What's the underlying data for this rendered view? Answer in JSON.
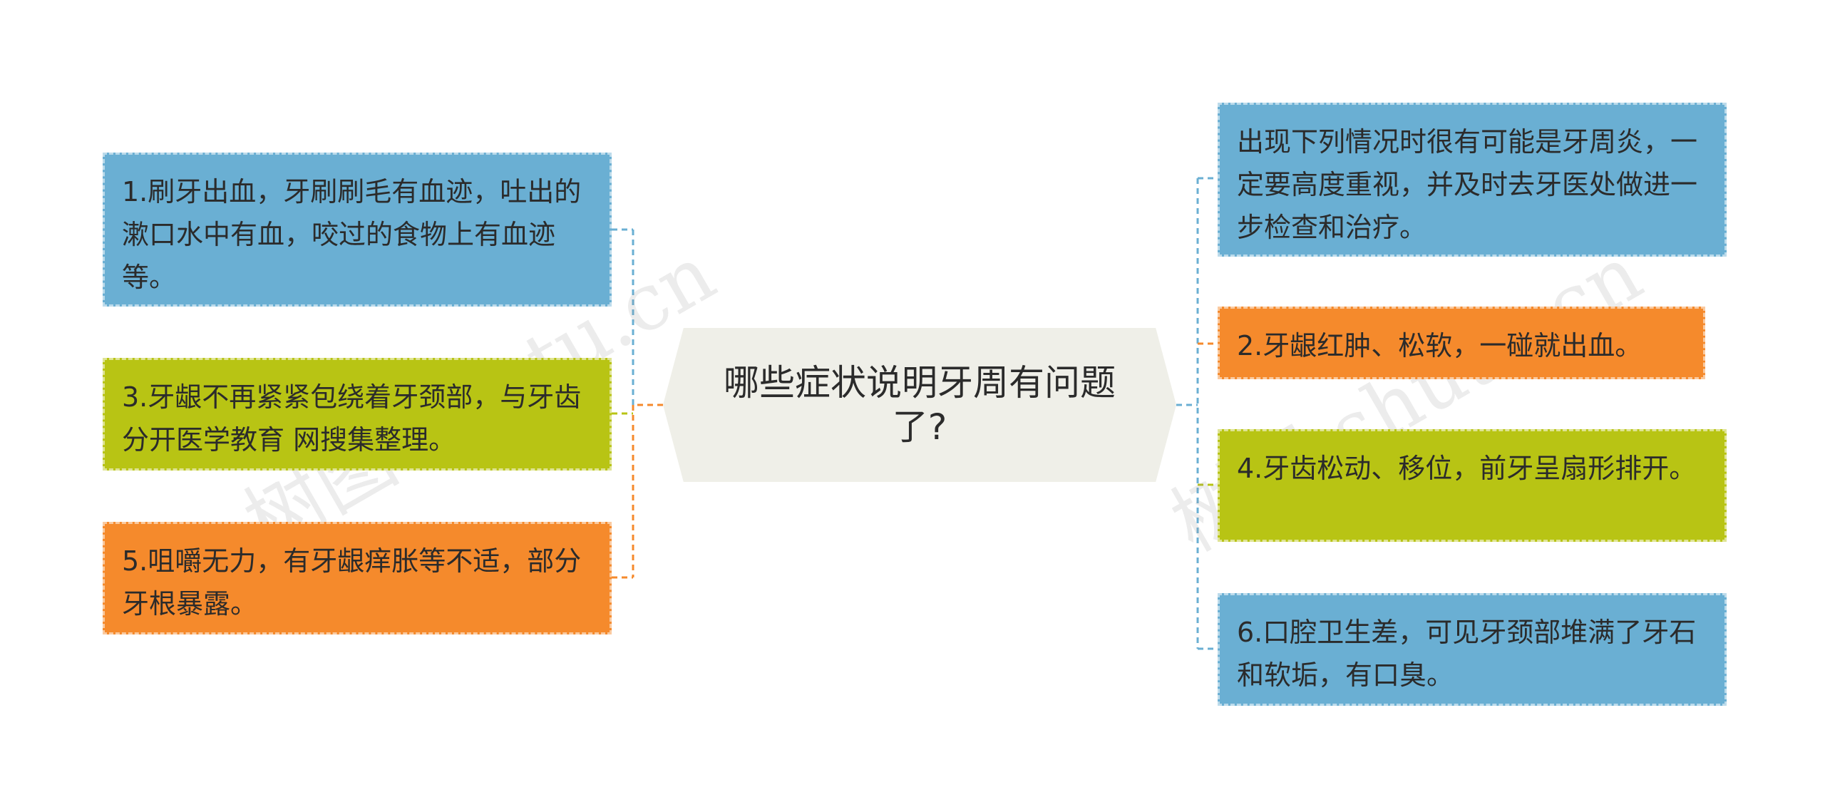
{
  "center": {
    "title": "哪些症状说明牙周有问题了?"
  },
  "left_nodes": [
    {
      "text": "1.刷牙出血，牙刷刷毛有血迹，吐出的漱口水中有血，咬过的食物上有血迹等。",
      "color": "#6aafd3"
    },
    {
      "text": "3.牙龈不再紧紧包绕着牙颈部，与牙齿分开医学教育 网搜集整理。",
      "color": "#b8c414"
    },
    {
      "text": "5.咀嚼无力，有牙龈痒胀等不适，部分牙根暴露。",
      "color": "#f58a2c"
    }
  ],
  "right_nodes": [
    {
      "text": "出现下列情况时很有可能是牙周炎，一定要高度重视，并及时去牙医处做进一步检查和治疗。",
      "color": "#6aafd3"
    },
    {
      "text": "2.牙龈红肿、松软，一碰就出血。",
      "color": "#f58a2c"
    },
    {
      "text": "4.牙齿松动、移位，前牙呈扇形排开。",
      "color": "#b8c414"
    },
    {
      "text": "6.口腔卫生差，可见牙颈部堆满了牙石和软垢，有口臭。",
      "color": "#6aafd3"
    }
  ],
  "watermark": "树图 shutu.cn",
  "colors": {
    "blue": "#6aafd3",
    "orange": "#f58a2c",
    "olive": "#b8c414",
    "center_bg": "#efefe8"
  }
}
